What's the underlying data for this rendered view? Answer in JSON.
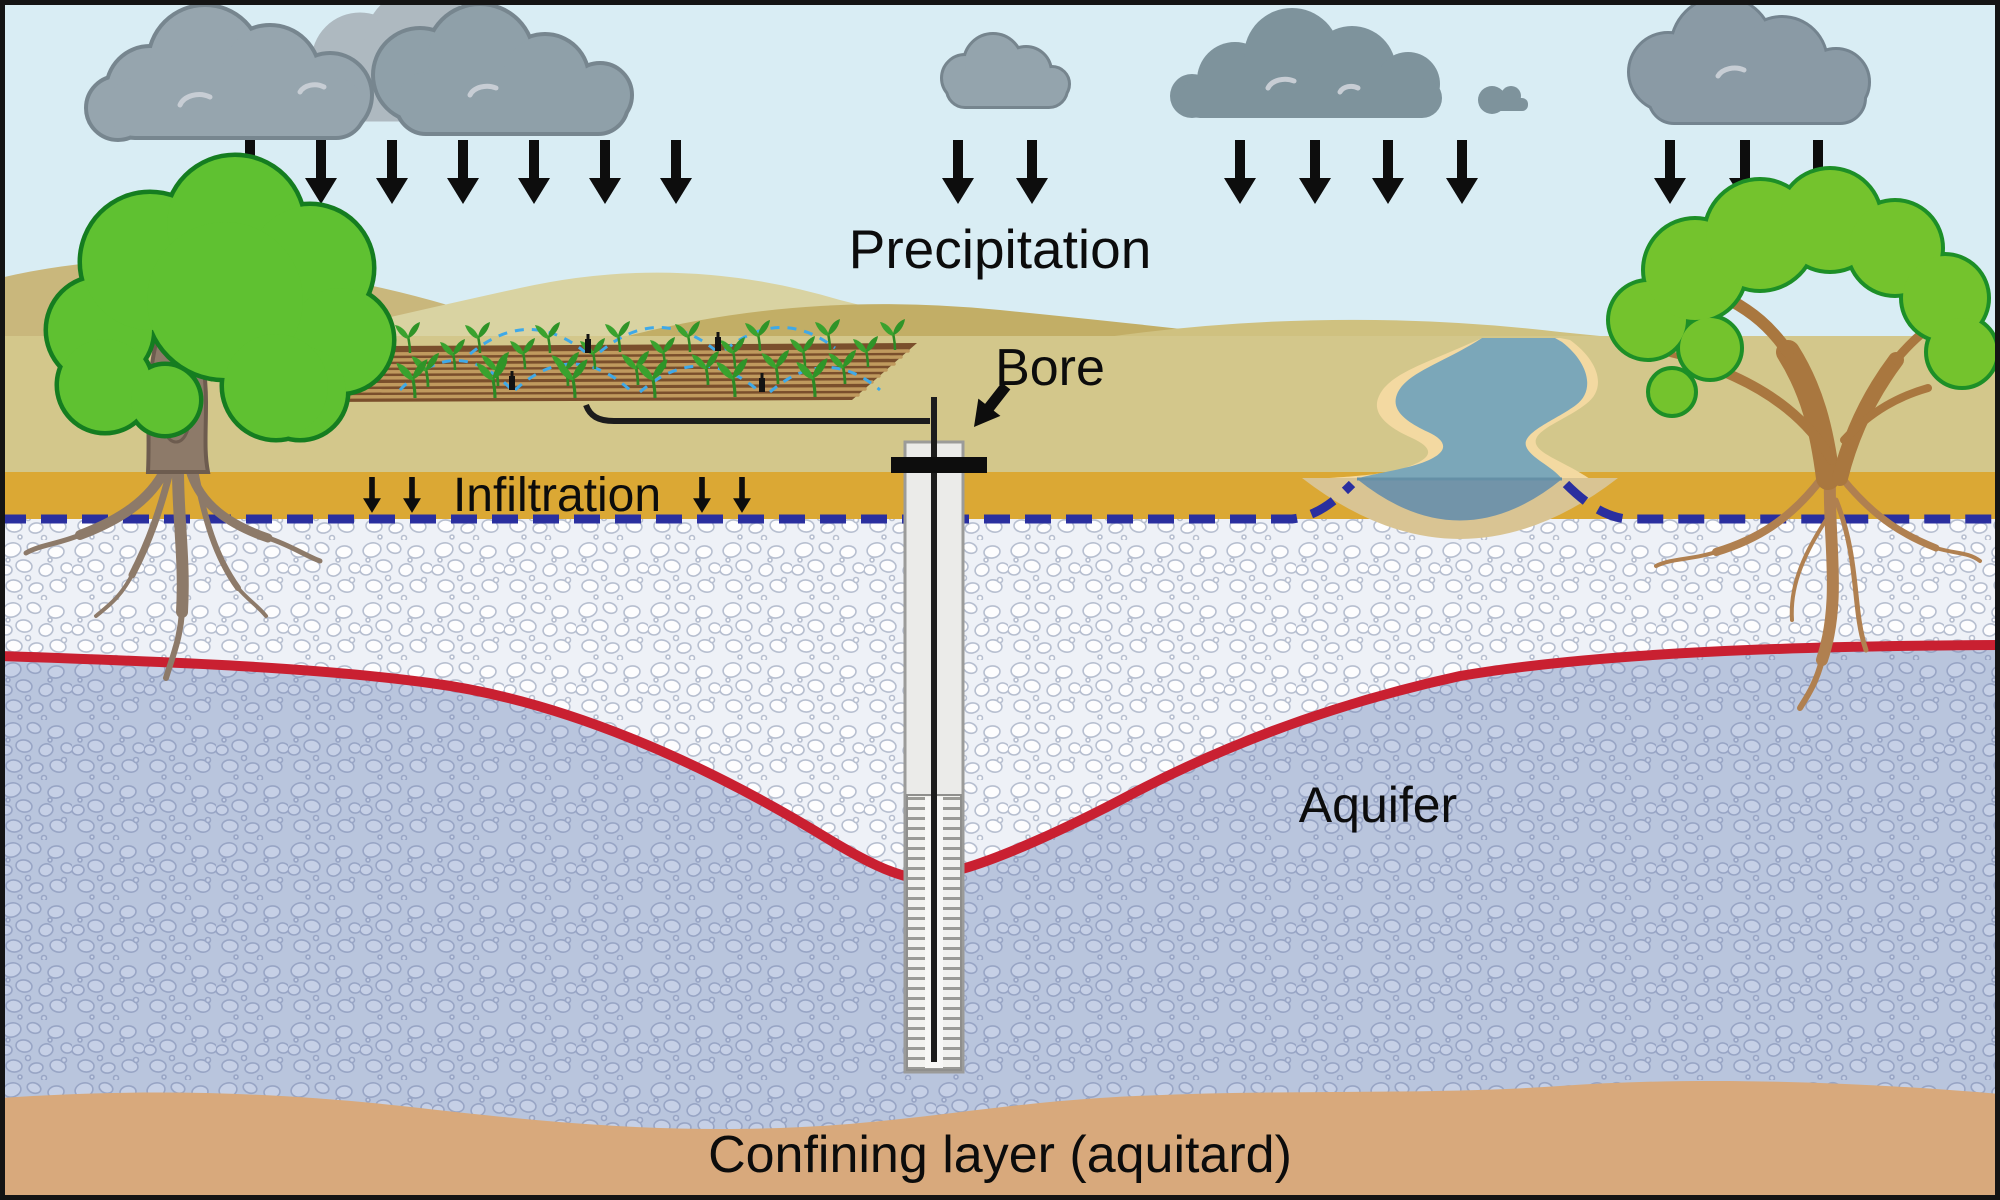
{
  "diagram": {
    "labels": {
      "precipitation": "Precipitation",
      "bore": "Bore",
      "infiltration": "Infiltration",
      "aquifer": "Aquifer",
      "confining_layer": "Confining layer (aquitard)"
    },
    "features": {
      "clouds": 6,
      "rain_arrow_groups": [
        7,
        2,
        4,
        3
      ],
      "infiltration_arrows": 4,
      "trees": 2,
      "crop_field_with_drip_irrigation": true,
      "river_with_cross_section": true,
      "bore_with_screen_and_pump_pipe": true,
      "cone_of_depression_at_bore": true
    },
    "colors": {
      "sky": "#d9edf4",
      "cloud_dark": "#96a5ae",
      "cloud_flat": "#7e939c",
      "hill_light": "#d9d3a2",
      "hill_dark": "#c2ae66",
      "ground": "#d3c78b",
      "infiltration_band": "#dba834",
      "boundary_dashed_blue": "#2a2f9f",
      "unsaturated_zone_bg": "#eef1f7",
      "aquifer_zone_bg": "#b9c5dd",
      "water_table_red": "#c92031",
      "confining_tan": "#d8a97c",
      "river_blue": "#7ba7b9",
      "river_bed_blue": "#7294a9",
      "sand": "#f3d9a1",
      "field_soil": "#7a4f2c",
      "seedling_green": "#3aa22e",
      "spray_blue": "#3fa9e8",
      "tree_foliage": "#5fc131",
      "tree_trunk_left": "#8d7a69",
      "tree_trunk_right": "#a9773f",
      "bore_casing": "#ebebe9",
      "pipe_black": "#1c1c1c"
    }
  }
}
